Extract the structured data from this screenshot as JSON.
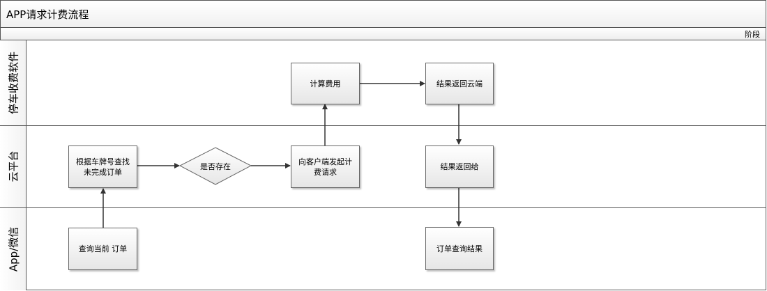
{
  "title": "APP请求计费流程",
  "phase_label": "阶段",
  "lanes": [
    {
      "label": "停车收费软件"
    },
    {
      "label": "云平台"
    },
    {
      "label": "App/微信"
    }
  ],
  "nodes": {
    "calc_fee": "计算费用",
    "return_cloud": "结果返回云端",
    "find_order": "根据车牌号查找未完成订单",
    "exists": "是否存在",
    "send_request": "向客户端发起计费请求",
    "return_to": "结果返回给",
    "query_order": "查询当前 订单",
    "order_result": "订单查询结果"
  }
}
